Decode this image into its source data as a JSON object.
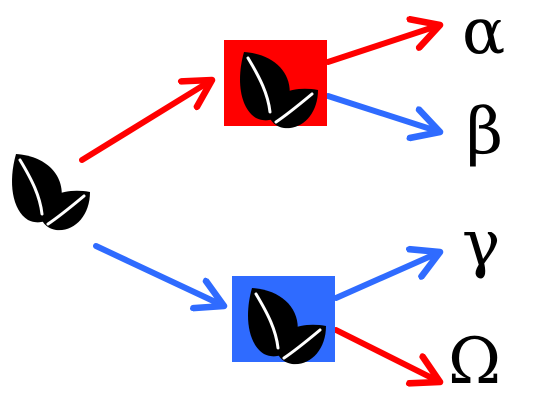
{
  "colors": {
    "red": "#ff0000",
    "blue": "#2f6bff",
    "leaf": "#000000",
    "background": "#ffffff"
  },
  "nodes": {
    "root": {
      "icon": "leaf-pair-icon"
    },
    "upper": {
      "icon": "leaf-pair-icon",
      "box_color": "red"
    },
    "lower": {
      "icon": "leaf-pair-icon",
      "box_color": "blue"
    }
  },
  "outcomes": {
    "alpha": "α",
    "beta": "β",
    "gamma": "γ",
    "omega": "Ω"
  },
  "edges": [
    {
      "from": "root",
      "to": "upper",
      "color": "red"
    },
    {
      "from": "root",
      "to": "lower",
      "color": "blue"
    },
    {
      "from": "upper",
      "to": "alpha",
      "color": "red"
    },
    {
      "from": "upper",
      "to": "beta",
      "color": "blue"
    },
    {
      "from": "lower",
      "to": "gamma",
      "color": "blue"
    },
    {
      "from": "lower",
      "to": "omega",
      "color": "red"
    }
  ]
}
